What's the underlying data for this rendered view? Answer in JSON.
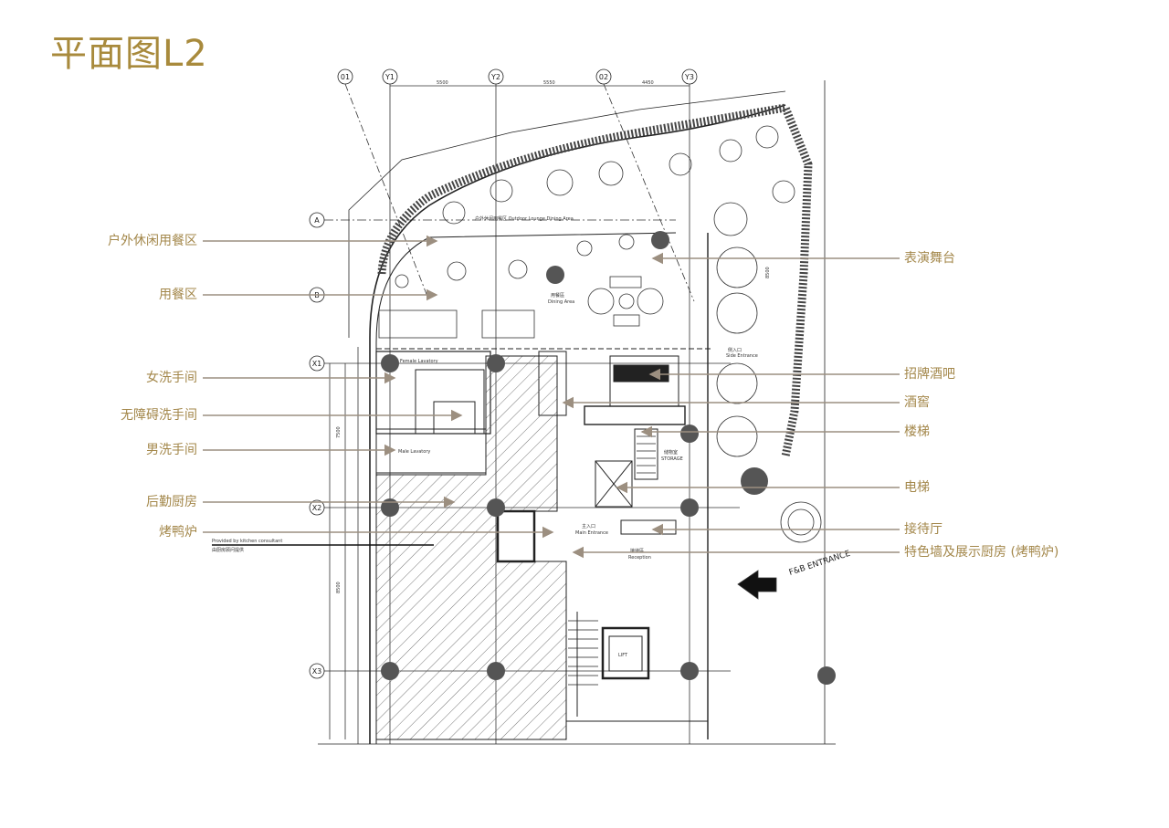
{
  "title": "平面图L2",
  "grid": {
    "columns": [
      "01",
      "Y1",
      "Y2",
      "02",
      "Y3"
    ],
    "rows": [
      "A",
      "B",
      "X1",
      "X2",
      "X3"
    ],
    "dimensions_top": [
      "5500",
      "5550",
      "4450"
    ],
    "dimensions_left": [
      "7500",
      "8500"
    ],
    "dimensions_right": [
      "8500"
    ]
  },
  "plan_text": {
    "outdoor": "户外休闲用餐区 Outdoor Lounge Dining Area",
    "dining_cn": "用餐區",
    "dining_en": "Dining Area",
    "side_entrance_cn": "侧入口",
    "side_entrance_en": "Side Entrance",
    "storage_cn": "储物室",
    "storage_en": "STORAGE",
    "main_entrance_cn": "主入口",
    "main_entrance_en": "Main Entrance",
    "reception_cn": "接待區",
    "reception_en": "Reception",
    "female_lav": "Female Lavatory",
    "male_lav": "Male Lavatory",
    "kitchen_note_en": "Provided by kitchen consultant",
    "kitchen_note_cn": "由厨房顾问提供",
    "lift": "LIFT",
    "fb_entrance": "F&B ENTRANCE"
  },
  "left_labels": [
    "户外休闲用餐区",
    "用餐区",
    "女洗手间",
    "无障碍洗手间",
    "男洗手间",
    "后勤厨房",
    "烤鸭炉"
  ],
  "right_labels": [
    "表演舞台",
    "招牌酒吧",
    "酒窖",
    "楼梯",
    "电梯",
    "接待厅",
    "特色墙及展示厨房 (烤鸭炉)"
  ],
  "colors": {
    "title": "#a88a3c",
    "label": "#a3874a",
    "callout": "#9c8f80",
    "column": "#555555"
  }
}
